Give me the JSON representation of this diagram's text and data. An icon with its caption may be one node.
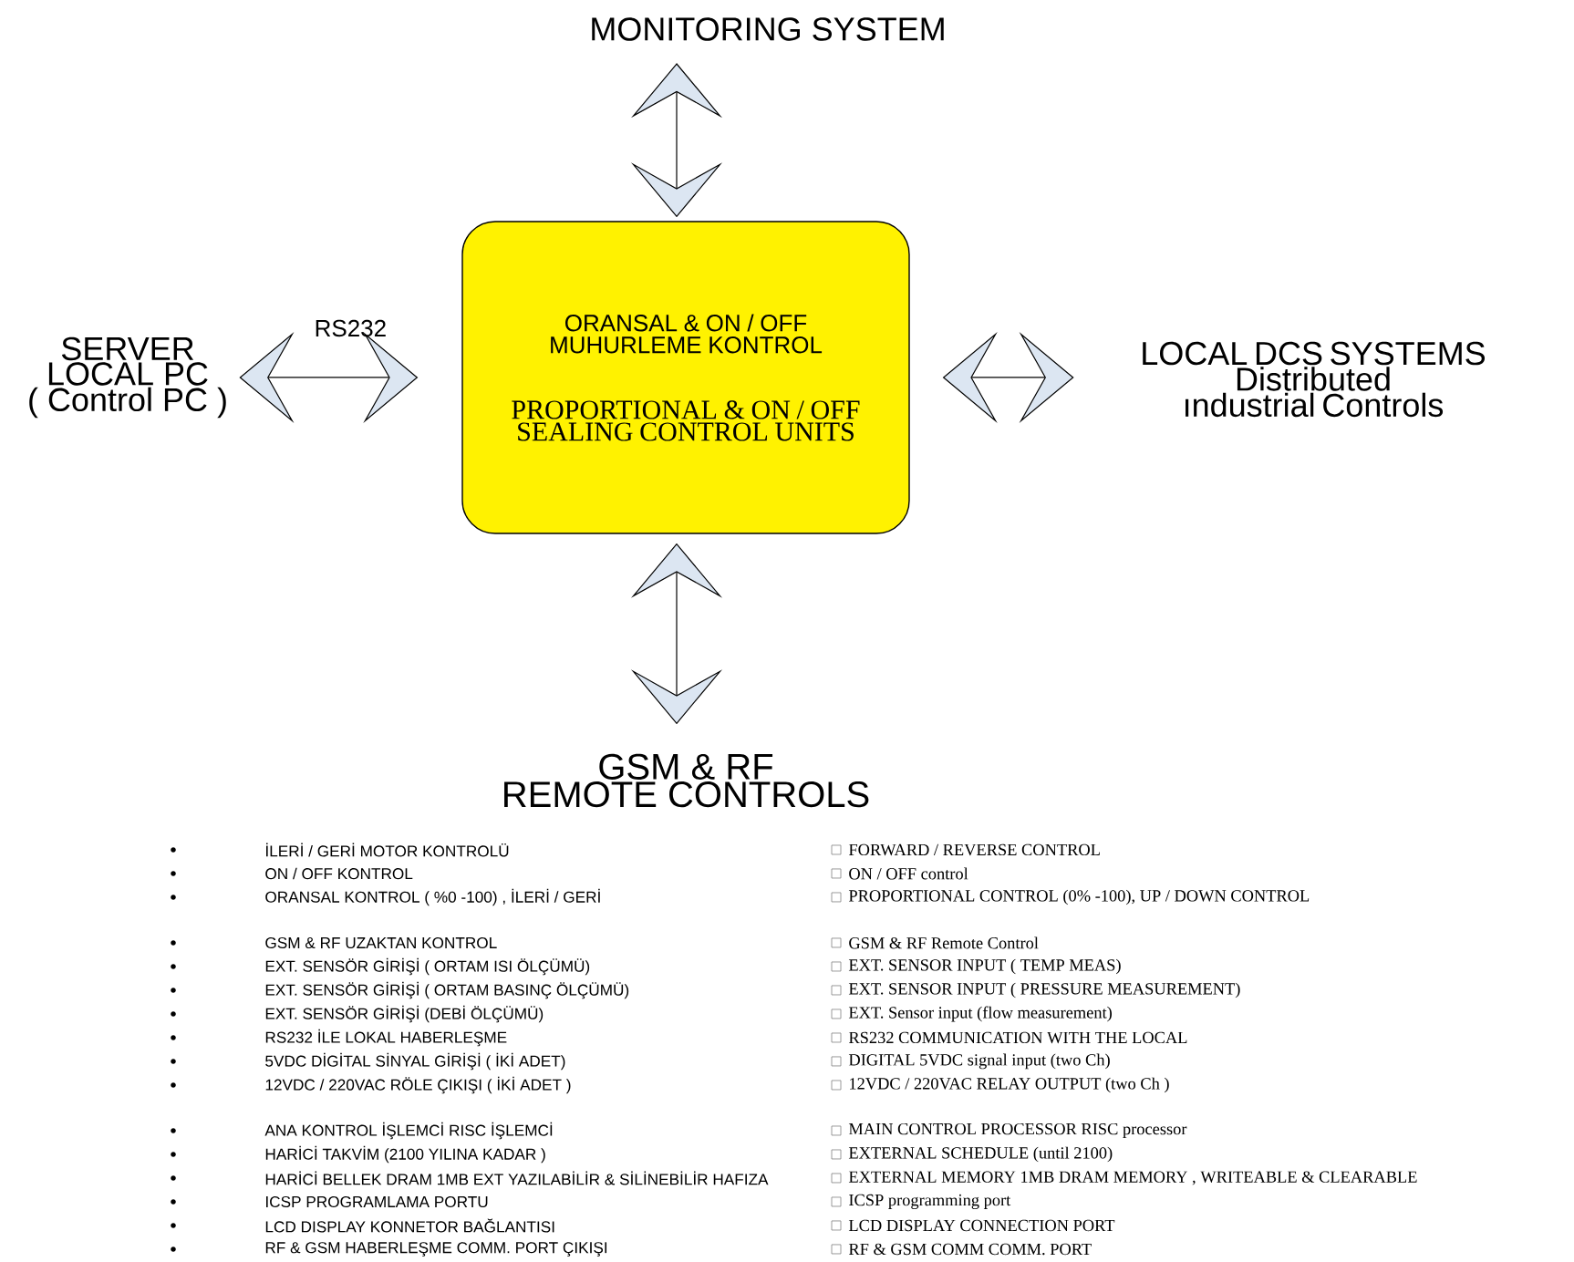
{
  "diagram": {
    "nodes": [
      {
        "text": [
          "ORANSAL & ON / OFF MUHURLEME KONTROL",
          "PROPORTIONAL & ON / OFF SEALING CONTROL UNITS"
        ]
      },
      {
        "text": [
          "MONITORING SYSTEM"
        ]
      },
      {
        "text": [
          "SERVER",
          "LOCAL PC",
          "( Control PC )"
        ]
      },
      {
        "text": [
          "LOCAL DCS SYSTEMS",
          "Distributed ındustrial Controls"
        ]
      },
      {
        "text": [
          "GSM & RF",
          "REMOTE CONTROLS"
        ]
      }
    ],
    "edges": [
      {
        "from": 0,
        "to": 1,
        "arrow": "both"
      },
      {
        "from": 0,
        "to": 2,
        "arrow": "both",
        "label": "RS232"
      },
      {
        "from": 0,
        "to": 3,
        "arrow": "both"
      },
      {
        "from": 0,
        "to": 4,
        "arrow": "both"
      }
    ],
    "labels": [
      "İLERİ / GERİ  MOTOR KONTROLÜ",
      "FORWARD / REVERSE  CONTROL",
      "ON / OFF KONTROL",
      "ON / OFF control",
      "ORANSAL KONTROL ( %0 -100) , İLERİ / GERİ",
      "PROPORTIONAL CONTROL (0% -100), UP / DOWN CONTROL",
      "GSM & RF UZAKTAN KONTROL",
      "GSM & RF Remote Control",
      "EXT. SENSÖR GİRİŞİ ( ORTAM ISI ÖLÇÜMÜ)",
      "EXT. SENSOR INPUT (  TEMP MEAS)",
      "EXT. SENSÖR GİRİŞİ ( ORTAM BASINÇ ÖLÇÜMÜ)",
      "EXT. SENSOR INPUT (  PRESSURE MEASUREMENT)",
      "EXT. SENSÖR GİRİŞİ (DEBİ  ÖLÇÜMÜ)",
      "EXT. Sensor input (flow measurement)",
      "RS232 İLE LOKAL HABERLEŞME",
      "RS232 COMMUNICATION WITH THE LOCAL",
      "5VDC DİGİTAL SİNYAL GİRİŞİ ( İKİ ADET)",
      "DIGITAL 5VDC signal input (two Ch)",
      "12VDC / 220VAC  RÖLE ÇIKIŞI ( İKİ ADET )",
      "12VDC / 220VAC RELAY OUTPUT (two Ch )",
      "ANA KONTROL İŞLEMCİ RISC İŞLEMCİ",
      "MAIN CONTROL PROCESSOR RISC processor",
      "HARİCİ TAKVİM  (2100 YILINA KADAR )",
      "EXTERNAL SCHEDULE (until 2100)",
      "HARİCİ BELLEK DRAM 1MB EXT YAZILABİLİR & SİLİNEBİLİR HAFIZA",
      "EXTERNAL MEMORY 1MB DRAM MEMORY , WRITEABLE & CLEARABLE",
      "ICSP PROGRAMLAMA PORTU",
      "ICSP programming port",
      "LCD DISPLAY KONNETOR BAĞLANTISI",
      "LCD DISPLAY CONNECTION PORT",
      "RF & GSM HABERLEŞME COMM. PORT ÇIKIŞI",
      "RF & GSM COMM COMM. PORT"
    ]
  }
}
